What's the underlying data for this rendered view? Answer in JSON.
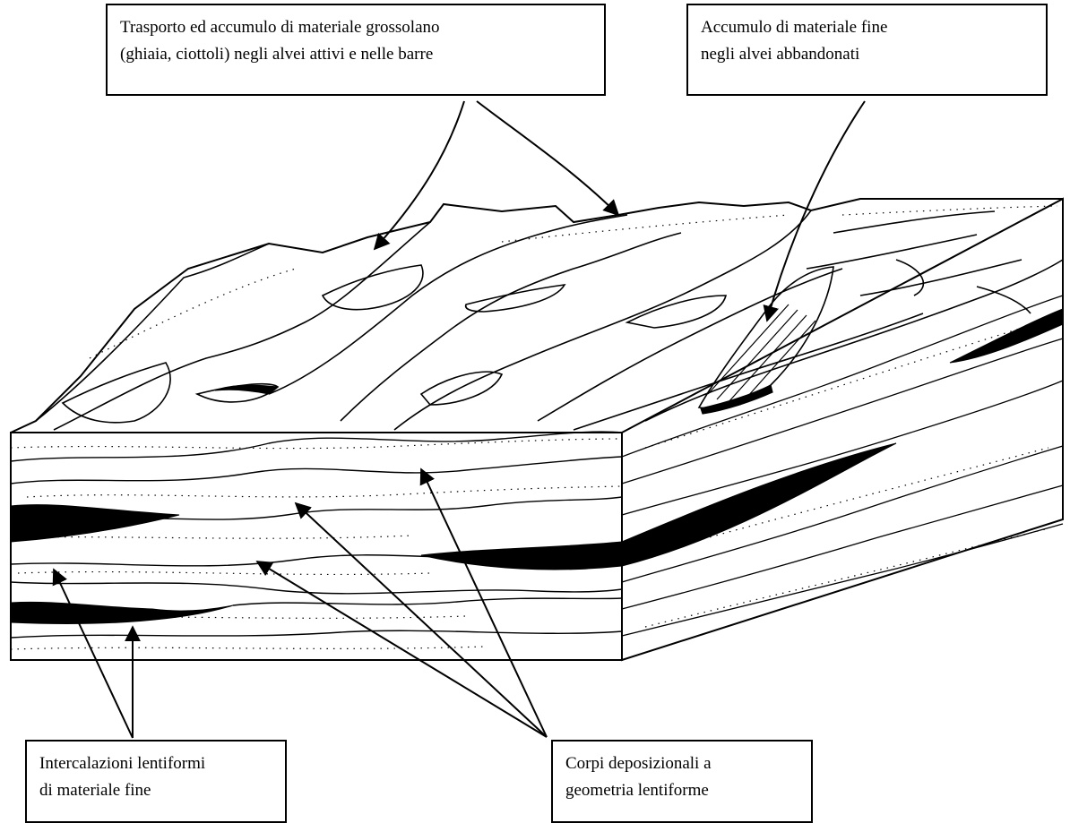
{
  "labels": {
    "top_left": {
      "line1": "Trasporto ed accumulo di materiale grossolano",
      "line2": "(ghiaia, ciottoli) negli alvei attivi e nelle barre"
    },
    "top_right": {
      "line1": "Accumulo di materiale fine",
      "line2": "negli alvei abbandonati"
    },
    "bottom_left": {
      "line1": "Intercalazioni lentiformi",
      "line2": "di materiale fine"
    },
    "bottom_right": {
      "line1": "Corpi deposizionali a",
      "line2": "geometria lentiforme"
    }
  },
  "colors": {
    "ink": "#000000",
    "paper": "#ffffff"
  }
}
